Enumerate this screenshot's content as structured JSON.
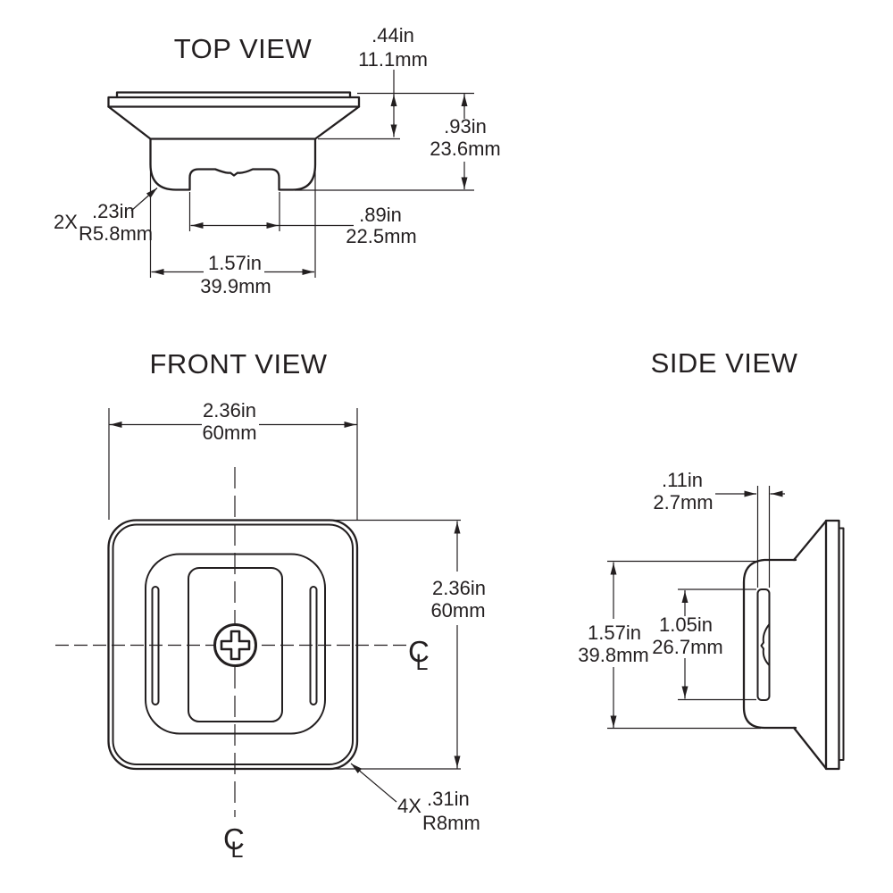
{
  "top_view": {
    "title": "TOP VIEW",
    "dim_cap_thickness": {
      "in": ".44in",
      "mm": "11.1mm"
    },
    "dim_overall_height": {
      "in": ".93in",
      "mm": "23.6mm"
    },
    "callout_corner_radius": {
      "qty": "2X",
      "in": ".23in",
      "mm": "R5.8mm"
    },
    "dim_notch_width": {
      "in": ".89in",
      "mm": "22.5mm"
    },
    "dim_body_width": {
      "in": "1.57in",
      "mm": "39.9mm"
    }
  },
  "front_view": {
    "title": "FRONT VIEW",
    "dim_width": {
      "in": "2.36in",
      "mm": "60mm"
    },
    "dim_height": {
      "in": "2.36in",
      "mm": "60mm"
    },
    "callout_corner_radius": {
      "qty": "4X",
      "in": ".31in",
      "mm": "R8mm"
    },
    "centerline": {
      "c": "C",
      "l": "L"
    }
  },
  "side_view": {
    "title": "SIDE VIEW",
    "dim_slot_width": {
      "in": ".11in",
      "mm": "2.7mm"
    },
    "dim_body_height": {
      "in": "1.57in",
      "mm": "39.8mm"
    },
    "dim_slot_height": {
      "in": "1.05in",
      "mm": "26.7mm"
    }
  }
}
